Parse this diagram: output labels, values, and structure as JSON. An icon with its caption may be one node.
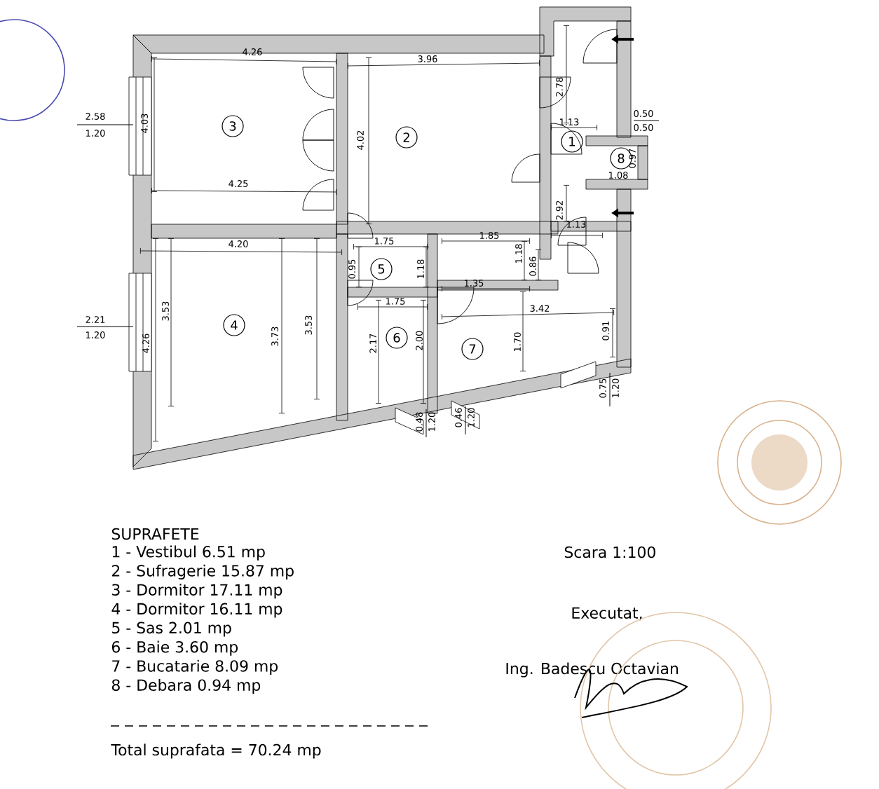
{
  "diagram": {
    "nodes": [
      {
        "text": [
          "1"
        ]
      },
      {
        "text": [
          "2"
        ]
      },
      {
        "text": [
          "3"
        ]
      },
      {
        "text": [
          "4"
        ]
      },
      {
        "text": [
          "5"
        ]
      },
      {
        "text": [
          "6"
        ]
      },
      {
        "text": [
          "7"
        ]
      },
      {
        "text": [
          "8"
        ]
      }
    ],
    "labels": [
      "4.26",
      "4.03",
      "4.25",
      "4.02",
      "3.96",
      "2.78",
      "1.13",
      "0.50",
      "0.50",
      "1.08",
      "0.97",
      "2.92",
      "1.13",
      "2.58",
      "1.20",
      "4.20",
      "2.21",
      "1.20",
      "4.26",
      "3.53",
      "3.73",
      "3.53",
      "1.75",
      "0.95",
      "1.18",
      "1.85",
      "1.18",
      "0.86",
      "1.35",
      "1.75",
      "2.17",
      "2.00",
      "3.42",
      "1.70",
      "0.91",
      "0.48",
      "1.20",
      "0.46",
      "1.20",
      "0.75",
      "1.20",
      "SUPRAFETE",
      "1 - Vestibul 6.51 mp",
      "2 - Sufragerie 15.87 mp",
      "3 - Dormitor 17.11 mp",
      "4 - Dormitor 16.11 mp",
      "5 - Sas 2.01 mp",
      "6 - Baie 3.60 mp",
      "7 - Bucatarie 8.09 mp",
      "8 - Debara 0.94 mp",
      "Total suprafata = 70.24 mp",
      "Scara 1:100",
      "Executat,",
      "Ing. Badescu Octavian"
    ]
  }
}
